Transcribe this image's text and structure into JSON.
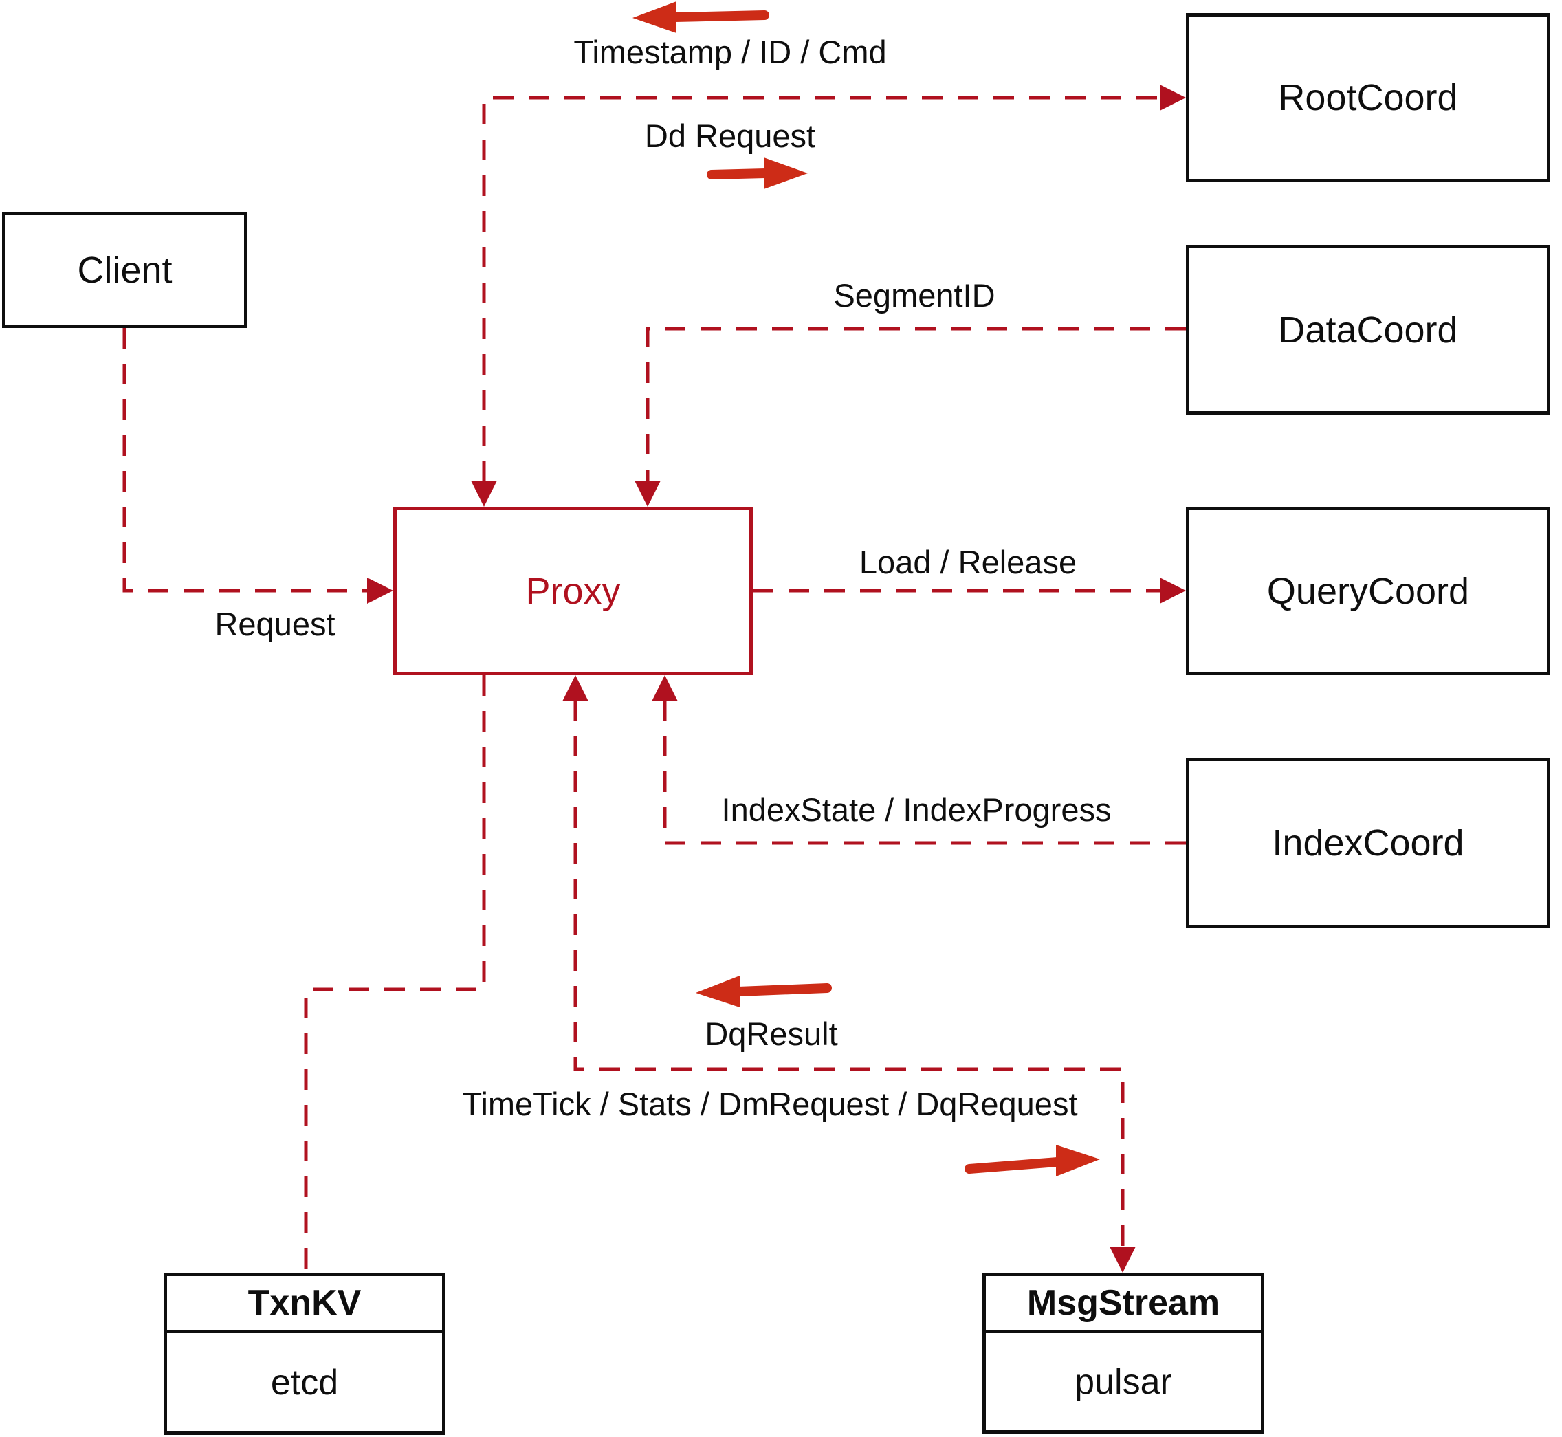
{
  "diagram": {
    "nodes": {
      "client": {
        "label": "Client"
      },
      "proxy": {
        "label": "Proxy"
      },
      "root_coord": {
        "label": "RootCoord"
      },
      "data_coord": {
        "label": "DataCoord"
      },
      "query_coord": {
        "label": "QueryCoord"
      },
      "index_coord": {
        "label": "IndexCoord"
      },
      "txn_kv": {
        "title": "TxnKV",
        "implementation": "etcd"
      },
      "msg_stream": {
        "title": "MsgStream",
        "implementation": "pulsar"
      }
    },
    "edge_labels": {
      "request": "Request",
      "timestamp_id_cmd": "Timestamp / ID / Cmd",
      "dd_request": "Dd Request",
      "segment_id": "SegmentID",
      "load_release": "Load / Release",
      "index_state_progress": "IndexState / IndexProgress",
      "dq_result": "DqResult",
      "time_tick_stats": "TimeTick / Stats / DmRequest / DqRequest"
    },
    "colors": {
      "dashed_line": "#b0111f",
      "solid_arrow": "#cd2c17",
      "box_border": "#0e0e0e",
      "background": "#ffffff",
      "text": "#0e0e0e"
    }
  }
}
